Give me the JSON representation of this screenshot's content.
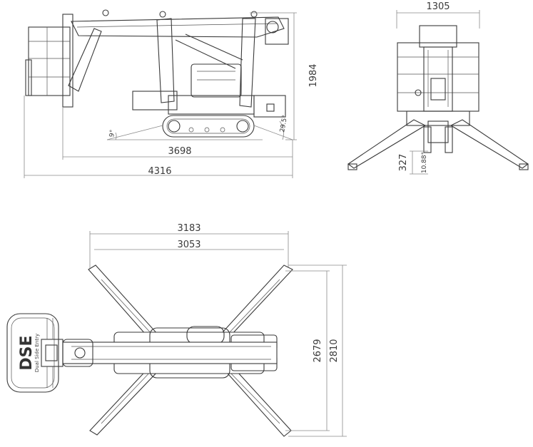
{
  "side_view": {
    "height_label": "1984",
    "length_inner_label": "3698",
    "length_total_label": "4316",
    "angle_rear_label": "9°",
    "angle_front_label": "29.5°"
  },
  "front_view": {
    "width_label": "1305",
    "clearance_label": "327",
    "angle_label": "10.88°"
  },
  "top_view": {
    "outrigger_outer_label": "3183",
    "outrigger_inner_label": "3053",
    "depth_inner_label": "2679",
    "depth_outer_label": "2810",
    "logo_main": "DSE",
    "logo_sub": "Dual Side Entry"
  }
}
